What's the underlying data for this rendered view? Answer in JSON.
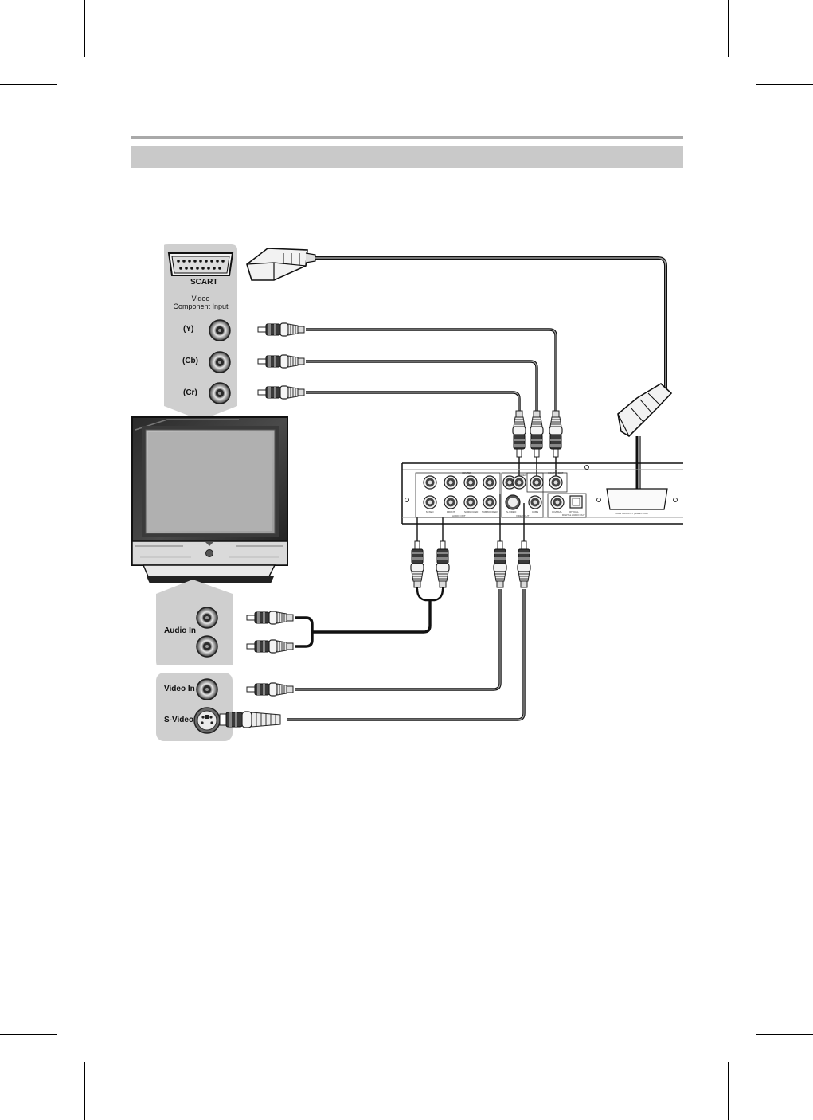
{
  "page": {
    "header_text": ""
  },
  "tv_panels": {
    "top": {
      "scart_label": "SCART",
      "component_label": "Video Component Input",
      "y_label": "(Y)",
      "cb_label": "(Cb)",
      "cr_label": "(Cr)"
    },
    "audio": {
      "label": "Audio In"
    },
    "video": {
      "video_in_label": "Video In",
      "svideo_label": "S-Video"
    }
  },
  "player_panel": {
    "labels": [
      "CENTER",
      "VIDEO",
      "COMPONENT",
      "MIXED",
      "FRONT",
      "SURROUND",
      "SUBWOOFER",
      "AUDIO OUT",
      "S-VIDEO",
      "CVBS",
      "VIDEO OUT",
      "COAXIAL",
      "OPTICAL",
      "DIGITAL AUDIO OUT",
      "SCART OUTPUT (RGB/CVBS)"
    ]
  },
  "colors": {
    "panel_gray": "#cfcfcf",
    "cable": "#444444",
    "rule": "#a9a9a9"
  }
}
